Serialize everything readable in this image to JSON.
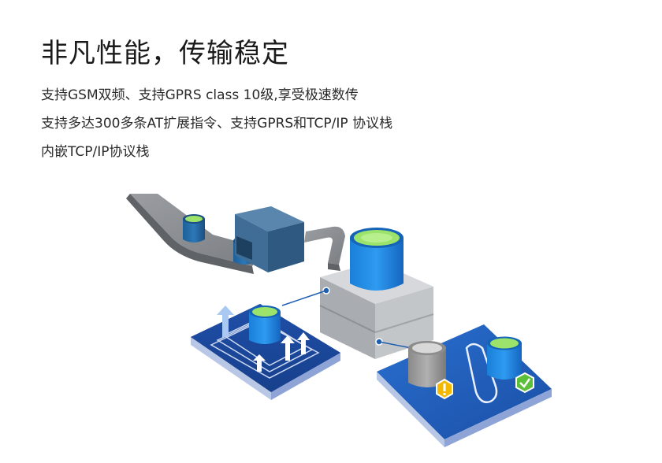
{
  "headline": "非凡性能，传输稳定",
  "features": [
    "支持GSM双频、支持GPRS class 10级,享受极速数传",
    "支持多达300多条AT扩展指令、支持GPRS和TCP/IP 协议栈",
    "内嵌TCP/IP协议栈"
  ],
  "illustration": {
    "icons": [
      "warning-icon",
      "checkmark-icon",
      "up-arrow-icon"
    ],
    "colors": {
      "belt": "#8e9195",
      "box": "#3f6d96",
      "server": "#b5b8bc",
      "cylinder_blue": "#1e88e5",
      "cylinder_top": "#9be36a",
      "cylinder_gray": "#9b9b9b",
      "platform_blue": "#1f55b0",
      "warning": "#f5b800",
      "check": "#5cbf3a"
    }
  }
}
